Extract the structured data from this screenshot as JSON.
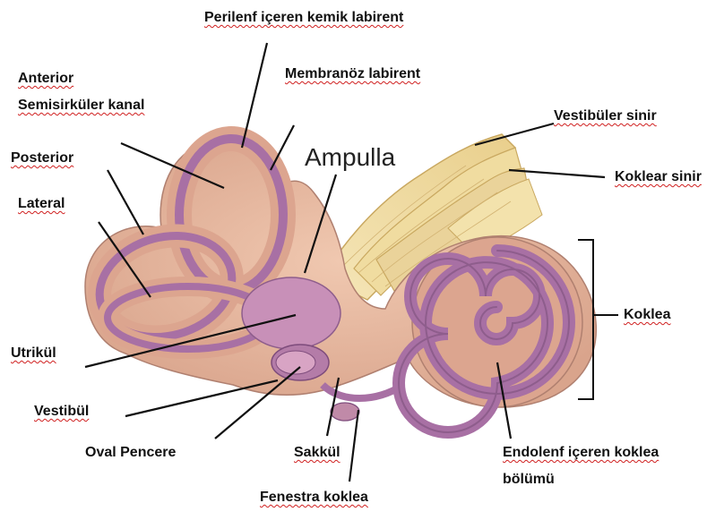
{
  "labels": {
    "perilenf": "Perilenf içeren kemik labirent",
    "membranoz": "Membranöz labirent",
    "anterior": "Anterior",
    "semisirkuler": "Semisirküler kanal",
    "posterior": "Posterior",
    "lateral": "Lateral",
    "ampulla": "Ampulla",
    "vestibuler_sinir": "Vestibüler sinir",
    "koklear_sinir": "Koklear sinir",
    "koklea": "Koklea",
    "utrikul": "Utrikül",
    "vestibul": "Vestibül",
    "oval_pencere": "Oval Pencere",
    "sakkul": "Sakkül",
    "fenestra_koklea": "Fenestra koklea",
    "endolenf_line1": "Endolenf içeren koklea",
    "endolenf_line2": "bölümü"
  },
  "colors": {
    "bone": "#e8b9a0",
    "membrane": "#b07aa8",
    "membrane_dark": "#8e5d8c",
    "nerve": "#f2e1a8",
    "leader_line": "#111111",
    "squiggle": "#d02020"
  }
}
